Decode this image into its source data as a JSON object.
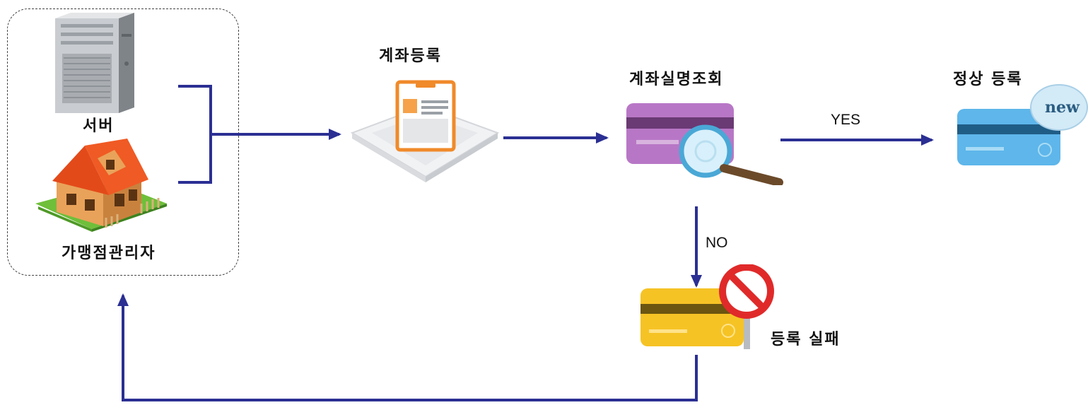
{
  "nodes": {
    "server": "서버",
    "merchant_admin": "가맹점관리자",
    "account_registration": "계좌등록",
    "account_name_check": "계좌실명조회",
    "normal_registration": "정상 등록",
    "registration_failed": "등록 실패"
  },
  "edges": {
    "yes": "YES",
    "no": "NO"
  },
  "badge": {
    "new": "new"
  },
  "colors": {
    "arrow": "#2b2f93",
    "group_border": "#444444"
  },
  "icons": [
    "server-icon",
    "house-icon",
    "id-card-icon",
    "credit-card-search-icon",
    "new-card-icon",
    "failed-card-icon",
    "no-entry-icon"
  ]
}
